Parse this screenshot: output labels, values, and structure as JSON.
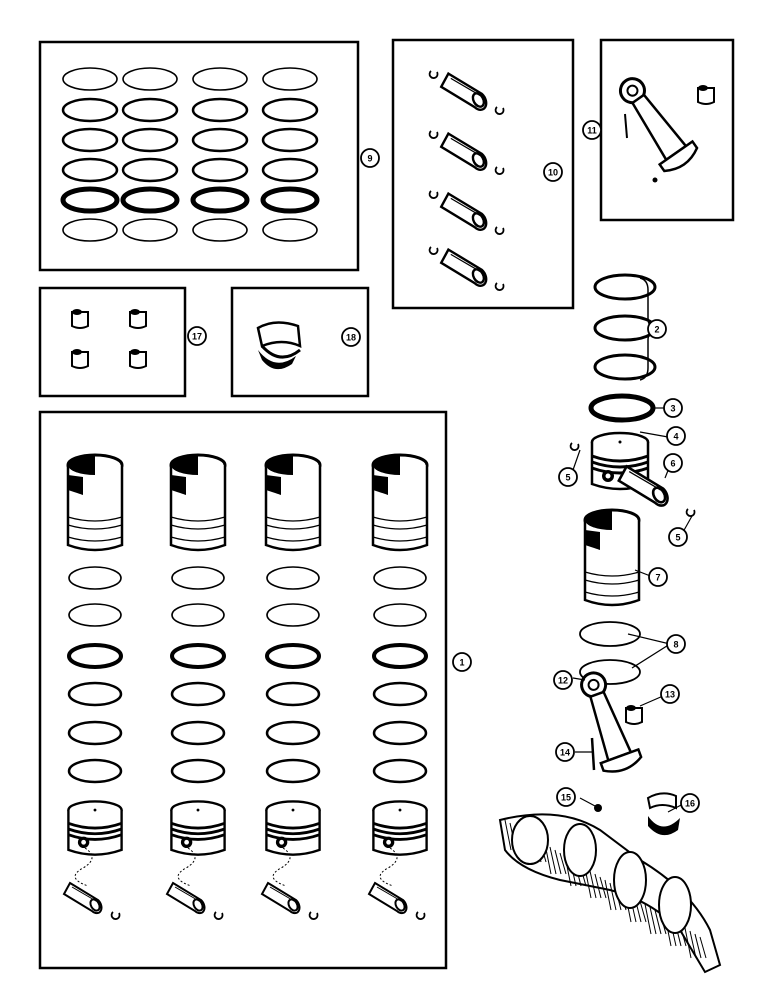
{
  "callouts": {
    "c1": "1",
    "c2": "2",
    "c3": "3",
    "c4": "4",
    "c5a": "5",
    "c5b": "5",
    "c6": "6",
    "c7": "7",
    "c8": "8",
    "c9": "9",
    "c10": "10",
    "c11": "11",
    "c12": "12",
    "c13": "13",
    "c14": "14",
    "c15": "15",
    "c16": "16",
    "c17": "17",
    "c18": "18"
  }
}
